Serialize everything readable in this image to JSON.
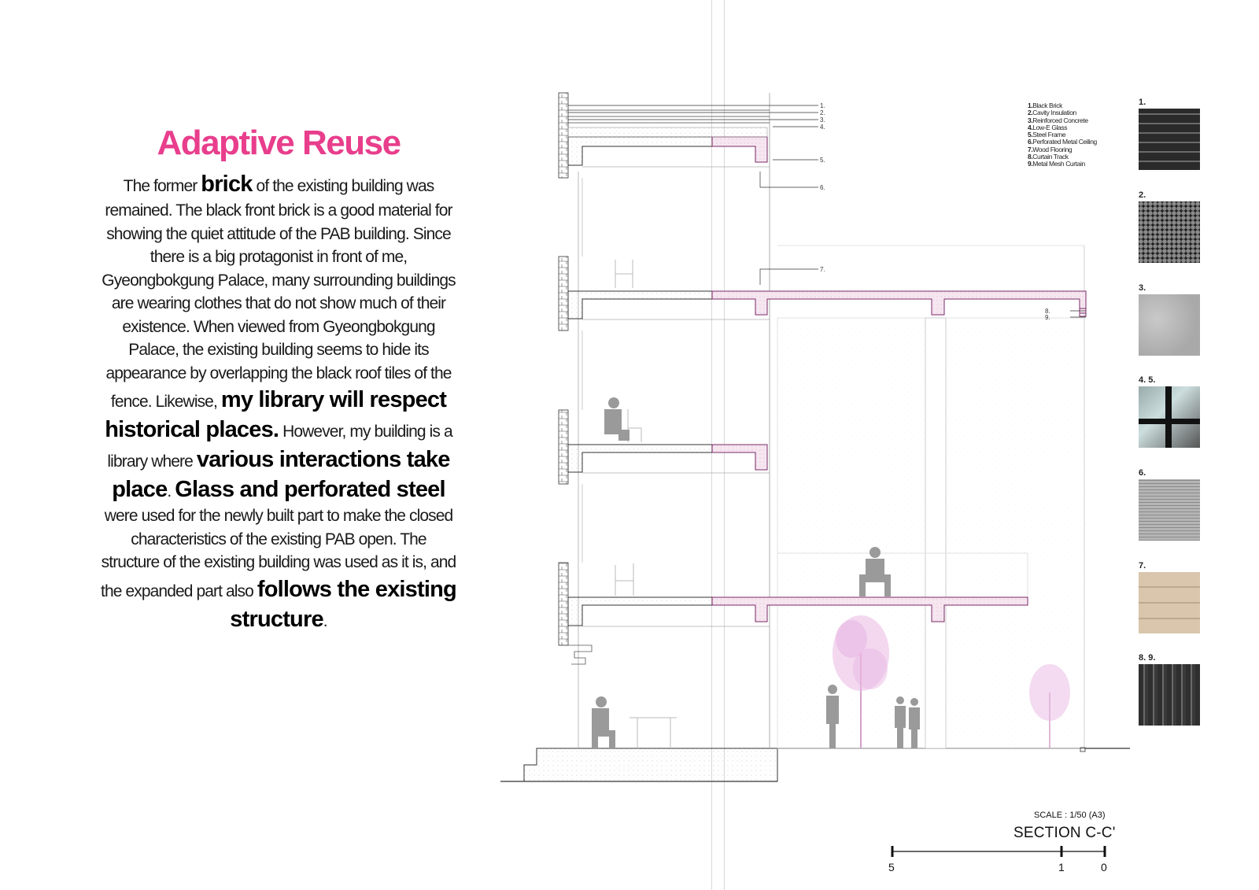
{
  "heading": "Adaptive Reuse",
  "body": [
    {
      "t": "The former ",
      "b": false
    },
    {
      "t": "brick",
      "b": true
    },
    {
      "t": " of the existing building was remained. The black front brick is a good material for showing the quiet attitude of the PAB building. Since there is a big protagonist in front of me, Gyeongbokgung Palace, many surrounding buildings are wearing clothes that do not show much of their existence. When viewed from Gyeongbokgung Palace, the existing building seems to hide its appearance by overlapping the black roof tiles of the fence. Likewise, ",
      "b": false
    },
    {
      "t": "my library will respect historical places.",
      "b": true
    },
    {
      "t": " However, my building is a library where ",
      "b": false
    },
    {
      "t": "various interactions take place",
      "b": true
    },
    {
      "t": ". ",
      "b": false
    },
    {
      "t": "Glass and perforated steel",
      "b": true
    },
    {
      "t": " were used for the newly built part to make the closed characteristics of the existing PAB open. The structure of the existing building was used as it is, and the expanded part also ",
      "b": false
    },
    {
      "t": "follows the existing structure",
      "b": true
    },
    {
      "t": ".",
      "b": false
    }
  ],
  "callouts": [
    "1.",
    "2.",
    "3.",
    "4.",
    "5.",
    "6.",
    "7.",
    "8.",
    "9."
  ],
  "legend": [
    {
      "n": "1.",
      "label": "Black Brick"
    },
    {
      "n": "2.",
      "label": "Cavity Insulation"
    },
    {
      "n": "3.",
      "label": "Reinforced Concrete"
    },
    {
      "n": "4.",
      "label": "Low-E Glass"
    },
    {
      "n": "5.",
      "label": "Steel Frame"
    },
    {
      "n": "6.",
      "label": "Perforated Metal Ceiling"
    },
    {
      "n": "7.",
      "label": "Wood Flooring"
    },
    {
      "n": "8.",
      "label": "Curtain Track"
    },
    {
      "n": "9.",
      "label": "Metal Mesh Curtain"
    }
  ],
  "swatches": [
    {
      "label": "1.",
      "material": "black-brick"
    },
    {
      "label": "2.",
      "material": "cavity-insulation"
    },
    {
      "label": "3.",
      "material": "reinforced-concrete"
    },
    {
      "label": "4. 5.",
      "material": "low-e-glass-steel-frame"
    },
    {
      "label": "6.",
      "material": "perforated-metal-ceiling"
    },
    {
      "label": "7.",
      "material": "wood-flooring"
    },
    {
      "label": "8. 9.",
      "material": "curtain-track-metal-mesh"
    }
  ],
  "scale": {
    "label": "SCALE : 1/50 (A3)",
    "title": "SECTION C-C'",
    "ticks": [
      "5",
      "1",
      "0"
    ]
  },
  "colors": {
    "accent": "#e83e8c",
    "slab_fill": "#f4e3ee",
    "slab_line": "#7a2a66",
    "tree": "#e9b8e4",
    "figure": "#9a9a9a"
  }
}
